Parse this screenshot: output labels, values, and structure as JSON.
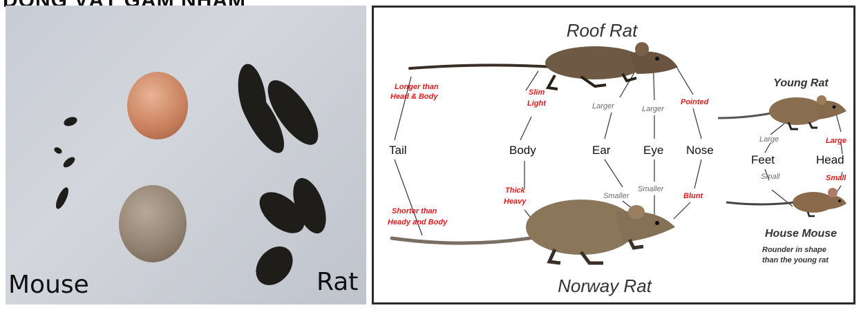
{
  "page_title": "DỘNG VẬT GẶM NHẤM",
  "photo": {
    "mouse_label": "Mouse",
    "rat_label": "Rat"
  },
  "diagram": {
    "roof_rat_title": "Roof Rat",
    "norway_rat_title": "Norway Rat",
    "young_rat_title": "Young Rat",
    "house_mouse_title": "House Mouse",
    "house_mouse_note_1": "Rounder in shape",
    "house_mouse_note_2": "than the young rat",
    "tail": {
      "label": "Tail",
      "roof_1": "Longer than",
      "roof_2": "Head & Body",
      "norway_1": "Shorter than",
      "norway_2": "Heady and Body"
    },
    "body": {
      "label": "Body",
      "roof_1": "Slim",
      "roof_2": "Light",
      "norway_1": "Thick",
      "norway_2": "Heavy"
    },
    "ear": {
      "label": "Ear",
      "roof": "Larger",
      "norway": "Smaller"
    },
    "eye": {
      "label": "Eye",
      "roof": "Larger",
      "norway": "Smaller"
    },
    "nose": {
      "label": "Nose",
      "roof": "Pointed",
      "norway": "Blunt"
    },
    "feet": {
      "label": "Feet",
      "young": "Large",
      "mouse": "Small"
    },
    "head": {
      "label": "Head",
      "young": "Large",
      "mouse": "Small"
    }
  },
  "colors": {
    "accent_red": "#e0191b",
    "gray_text": "#6b6b6b",
    "line": "#333333"
  }
}
